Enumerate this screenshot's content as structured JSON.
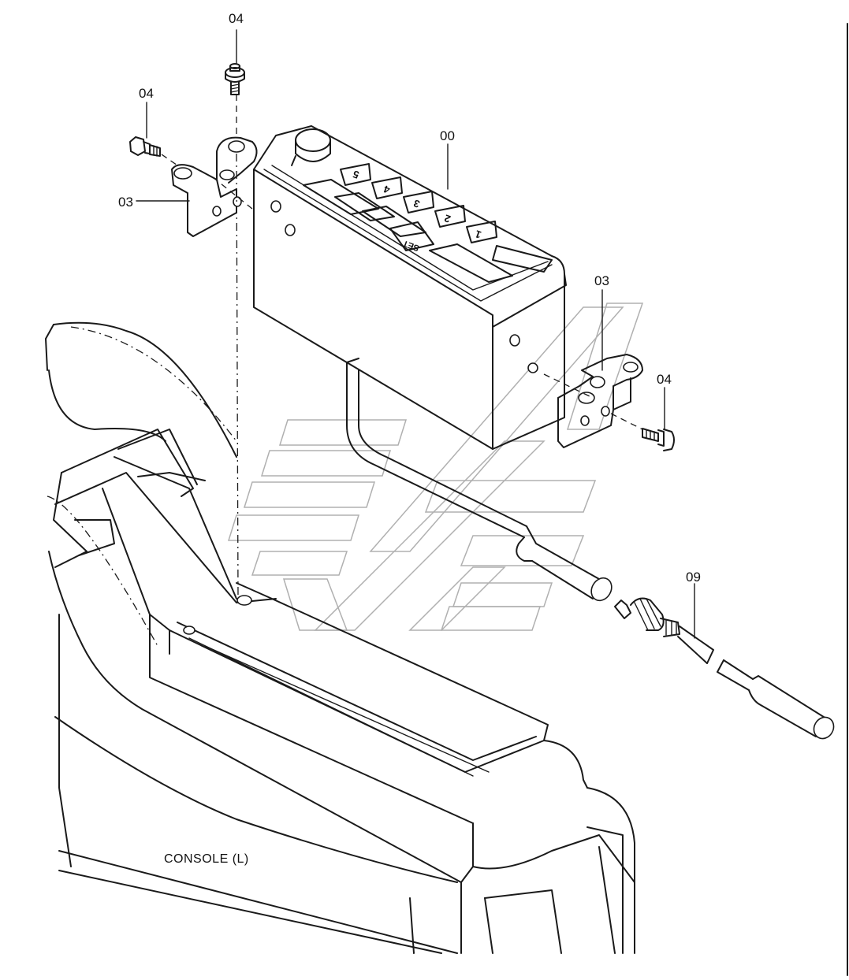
{
  "callouts": {
    "bolt_top": "04",
    "bolt_left": "04",
    "bolt_right": "04",
    "bracket_left": "03",
    "bracket_right": "03",
    "monitor": "00",
    "cable": "09"
  },
  "panel_keys": {
    "k5": "5",
    "k4": "4",
    "k3": "3",
    "k2": "2",
    "k1": "1",
    "set": "SET"
  },
  "console_label": "CONSOLE (L)",
  "icons": {
    "watermark": "hatched-logo-watermark"
  }
}
